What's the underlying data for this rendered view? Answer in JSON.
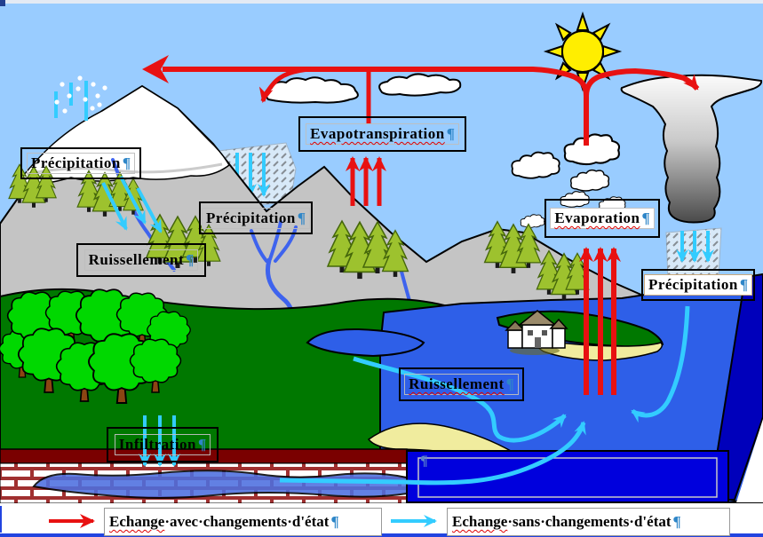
{
  "labels": [
    {
      "id": "precipitation-left",
      "text": "Précipitation"
    },
    {
      "id": "precipitation-mid",
      "text": "Précipitation"
    },
    {
      "id": "evapotranspiration",
      "text": "Evapotranspiration"
    },
    {
      "id": "evaporation",
      "text": "Evaporation"
    },
    {
      "id": "precipitation-right",
      "text": "Précipitation"
    },
    {
      "id": "ruissellement-left",
      "text": "Ruissellement"
    },
    {
      "id": "ruissellement-right",
      "text": "Ruissellement"
    },
    {
      "id": "infiltration",
      "text": "Infiltration"
    }
  ],
  "marks": {
    "pilcrow": "¶"
  },
  "legend": [
    {
      "lead": "Echange",
      "rest": "·avec·changements·d'état",
      "arrow": "red"
    },
    {
      "lead": "Echange",
      "rest": "·sans·changements·d'état",
      "arrow": "cyan"
    }
  ],
  "colors": {
    "sky": "#99CCFF",
    "sea": "#2E5FE8",
    "deep_sea": "#0000DD",
    "sea_side": "#0000BB",
    "groundwater": "#4D6FE0",
    "red_arrow": "#E81111",
    "cyan_arrow": "#33CCFF",
    "river": "#3E63EE",
    "field": "#007800",
    "tree_green": "#00D800",
    "conifer_green": "#9DC22E",
    "mountain": "#C4C4C4",
    "brick_line": "#A03030",
    "soil": "#7A0000",
    "beach": "#F0EC9E",
    "sun": "#FFEE00"
  }
}
